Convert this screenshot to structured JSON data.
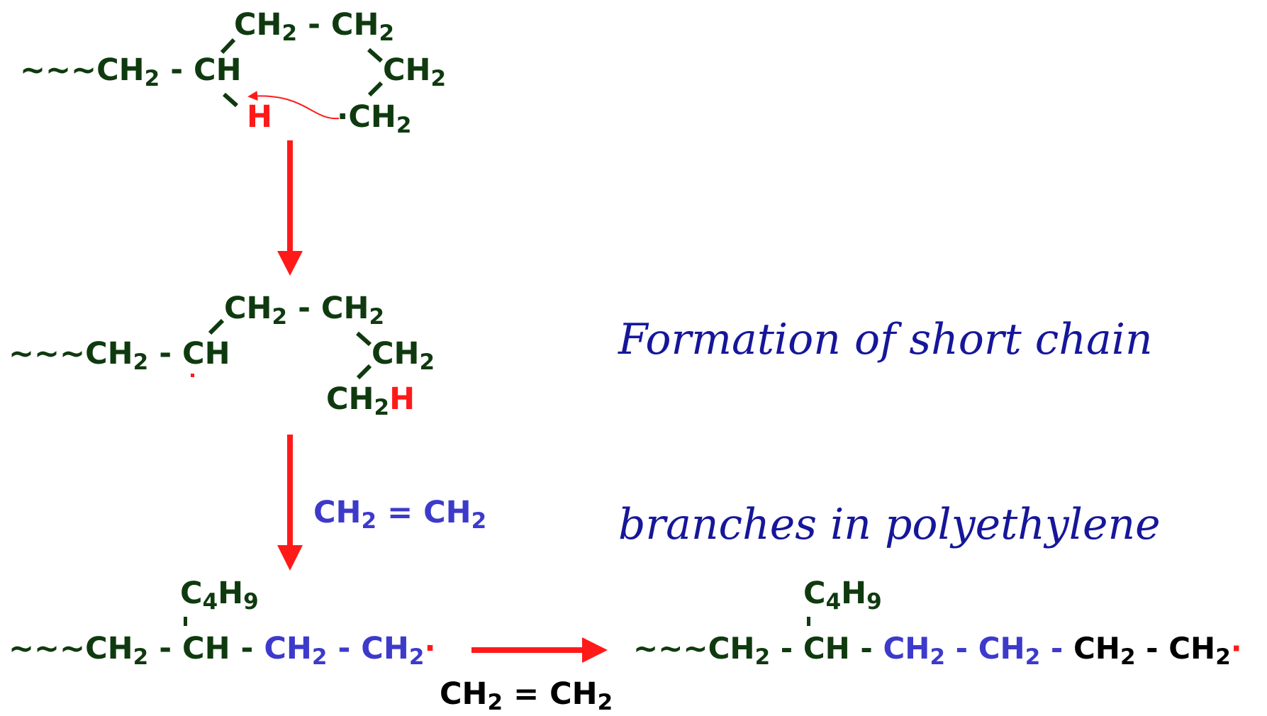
{
  "title": {
    "line1": "Formation of short chain",
    "line2": "branches in polyethylene"
  },
  "step1": {
    "chain_prefix": "~~~CH",
    "sub2": "2",
    "dash": " - ",
    "ch": "CH",
    "ring_top_left": "CH",
    "ring_top_sep": " - CH",
    "ring_right": "CH",
    "ring_bottom": "·CH",
    "transferred_h": "H"
  },
  "step2": {
    "chain_prefix": "~~~CH",
    "sub2": "2",
    "dash": " - ",
    "ch": "CH",
    "ring_top_left": "CH",
    "ring_top_sep": " - CH",
    "ring_right": "CH",
    "end_ch": "CH",
    "end_h": "H"
  },
  "monomer_reagent": {
    "left": "CH",
    "sub2": "2",
    "mid": " = CH"
  },
  "step3": {
    "branch_c": "C",
    "branch_c_sub": "4",
    "branch_h": "H",
    "branch_h_sub": "9",
    "chain_prefix": "~~~CH",
    "sub2": "2",
    "ch_part": " - CH - ",
    "blue1": "CH",
    "blue_dash": " - ",
    "blue2": "CH",
    "radical": "·"
  },
  "monomer_second": {
    "left": "CH",
    "sub2": "2",
    "mid": " = CH"
  },
  "step4": {
    "branch_c": "C",
    "branch_c_sub": "4",
    "branch_h": "H",
    "branch_h_sub": "9",
    "chain_prefix": "~~~CH",
    "sub2": "2",
    "ch_part": " - CH - ",
    "blue1": "CH",
    "blue_dash": " - ",
    "blue2": "CH",
    "blue_dash2": " - ",
    "black1": "CH",
    "black_dash": " - ",
    "black2": "CH",
    "radical": "·"
  },
  "colors": {
    "chain_green": "#0f3a0f",
    "arrow_red": "#ff1a1a",
    "monomer_blue": "#3d3acb",
    "title_navy": "#16169a"
  }
}
